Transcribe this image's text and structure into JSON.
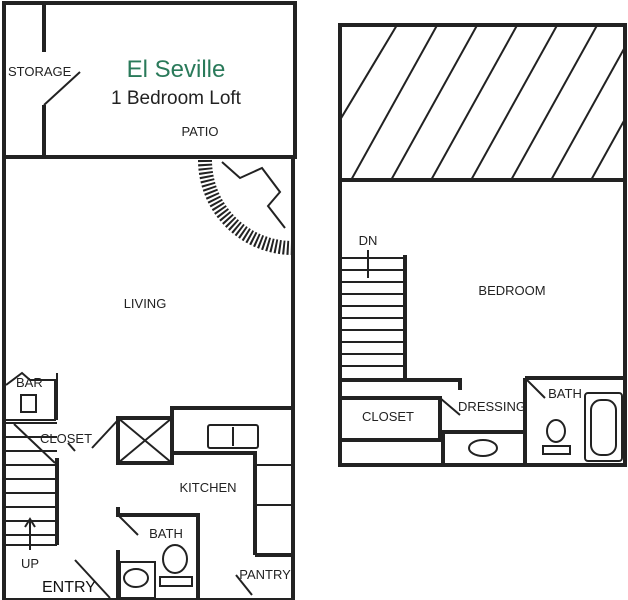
{
  "title": "El Seville",
  "subtitle": "1 Bedroom Loft",
  "title_color": "#2a7a5a",
  "rooms": {
    "storage": "STORAGE",
    "patio": "PATIO",
    "living": "LIVING",
    "bar": "BAR",
    "closet_lower": "CLOSET",
    "kitchen": "KITCHEN",
    "bath_lower": "BATH",
    "pantry": "PANTRY",
    "up": "UP",
    "entry": "ENTRY",
    "dn": "DN",
    "bedroom": "BEDROOM",
    "closet_upper": "CLOSET",
    "dressing": "DRESSING",
    "bath_upper": "BATH"
  }
}
